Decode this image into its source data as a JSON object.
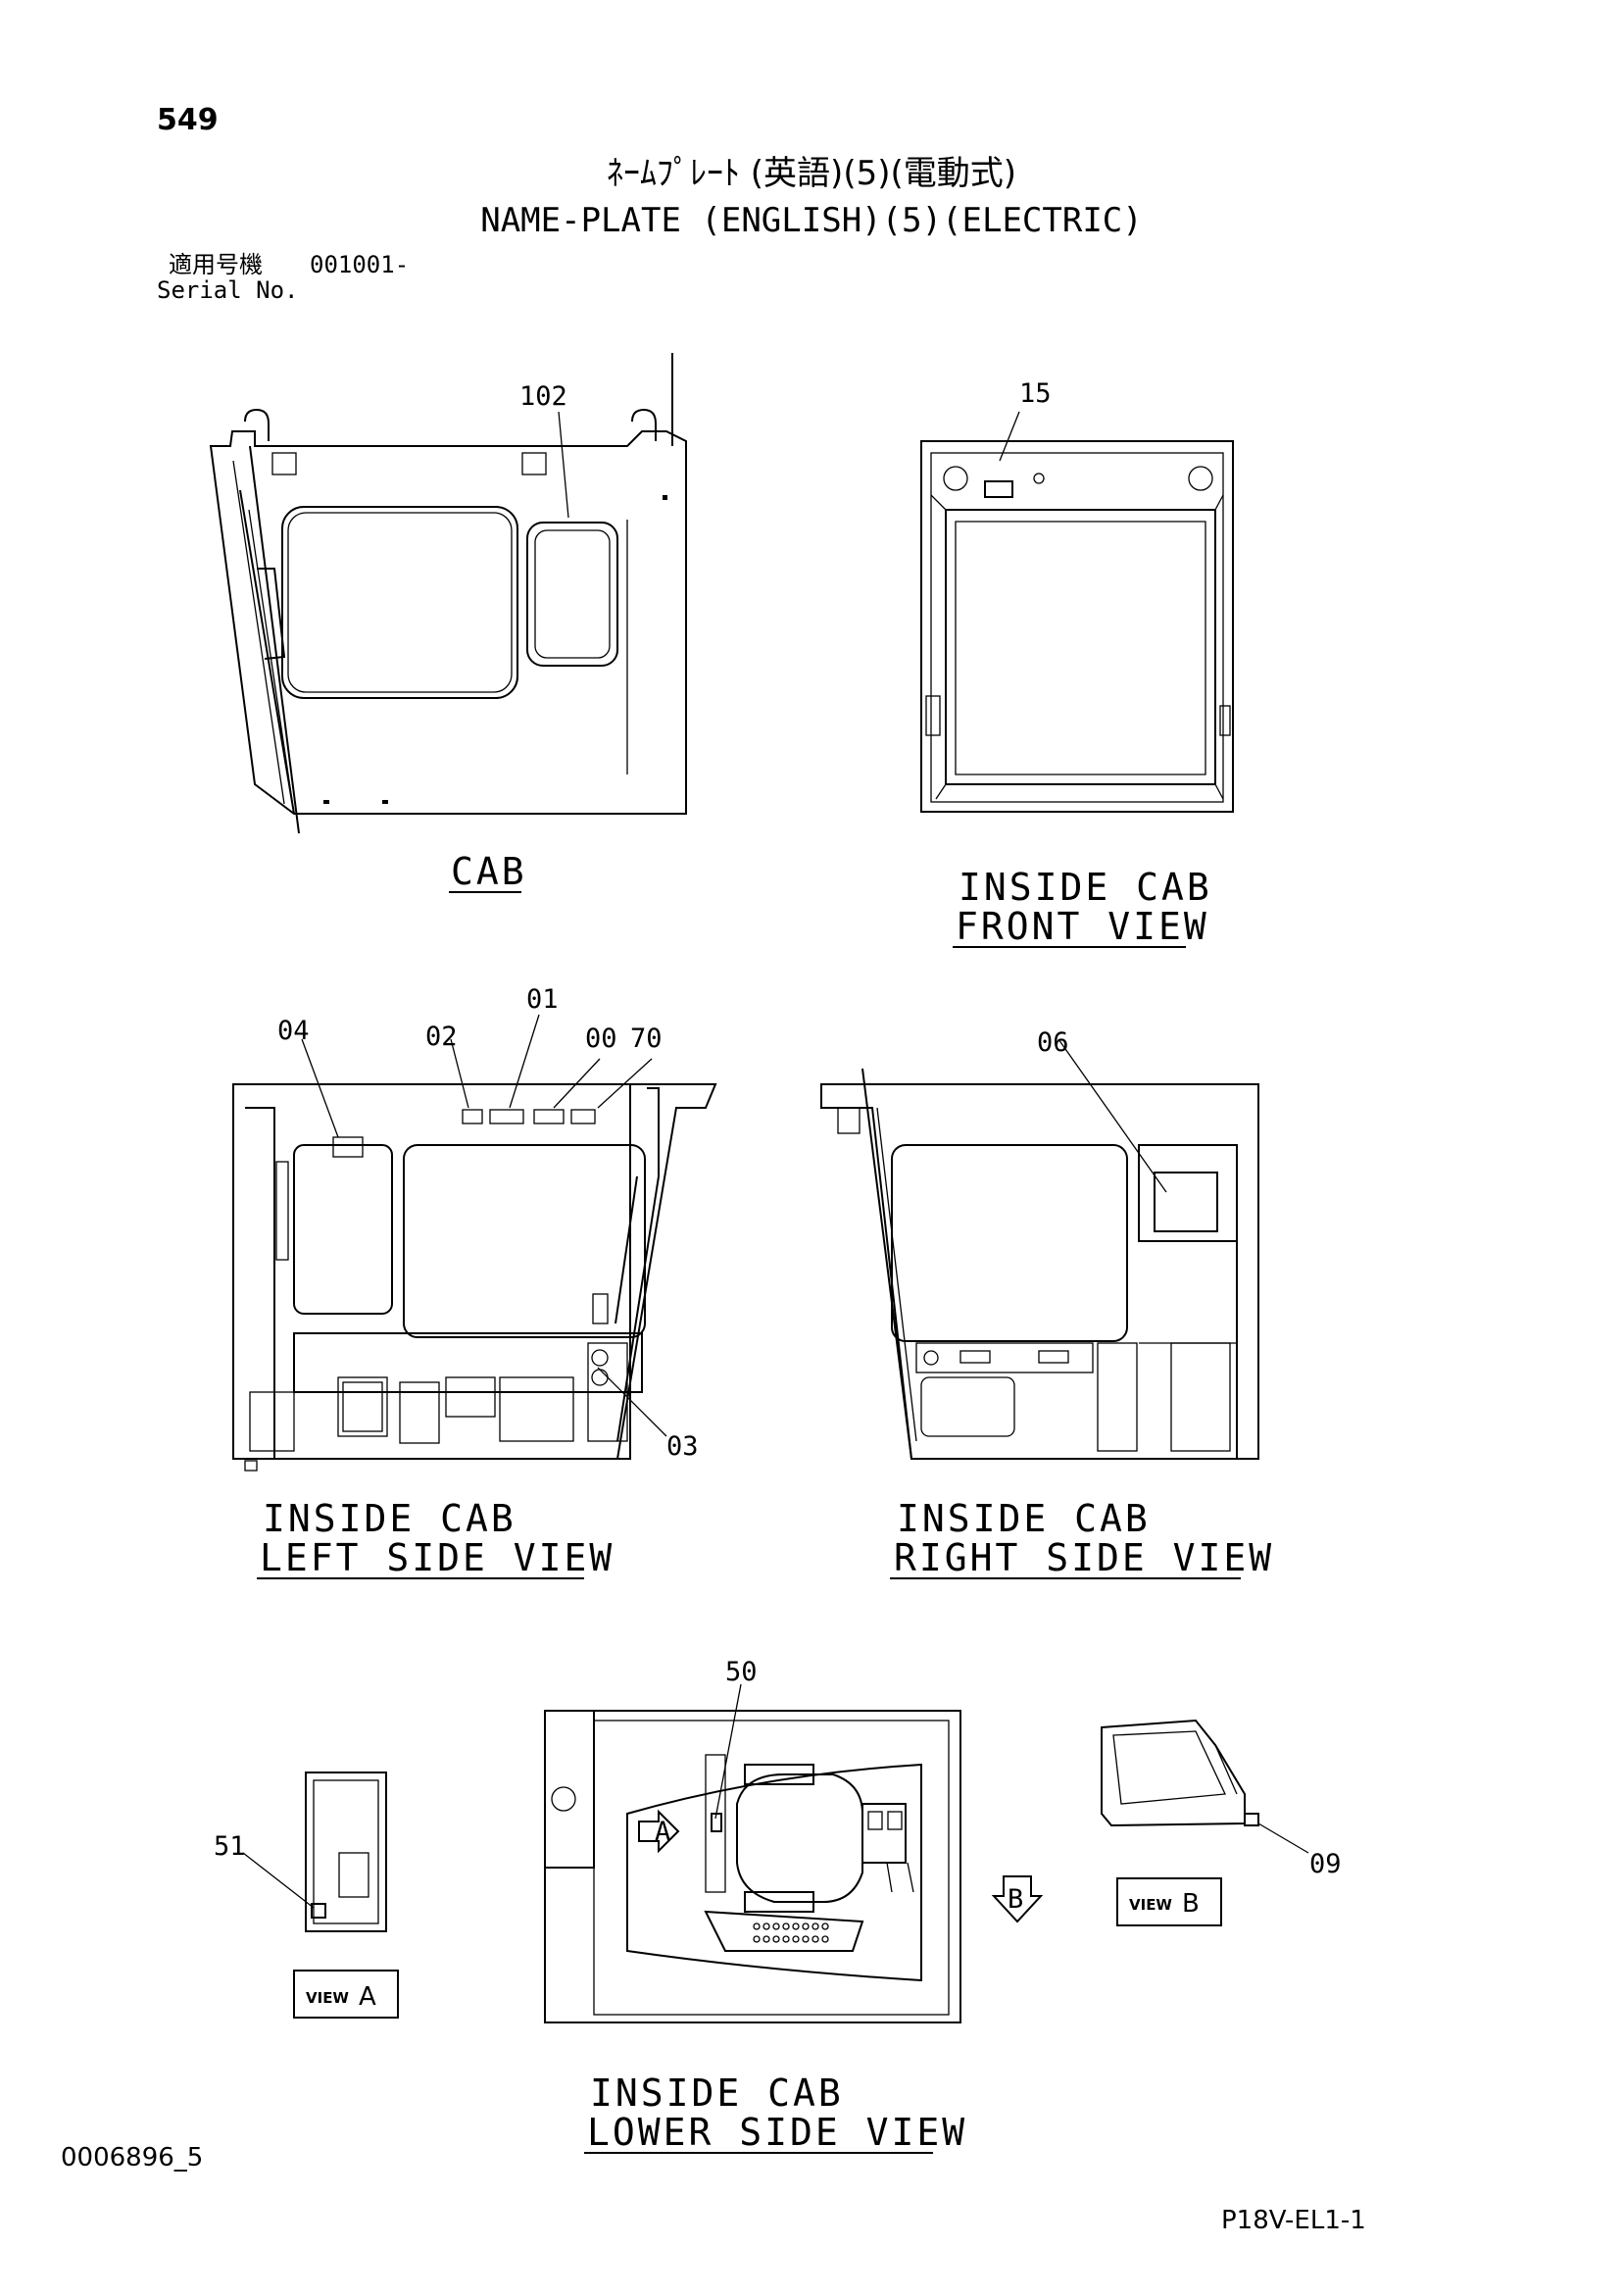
{
  "header": {
    "page_number": "549",
    "title_jp": "ﾈｰﾑﾌﾟﾚｰﾄ (英語)(5)(電動式)",
    "title_en": "NAME-PLATE (ENGLISH)(5)(ELECTRIC)",
    "serial_label_jp": "適用号機",
    "serial_value": "001001-",
    "serial_label_en": "Serial No."
  },
  "views": {
    "cab": {
      "title": "CAB",
      "callouts": [
        "102"
      ]
    },
    "front": {
      "title_line1": "INSIDE CAB",
      "title_line2": "FRONT VIEW",
      "callouts": [
        "15"
      ]
    },
    "left": {
      "title_line1": "INSIDE CAB",
      "title_line2": "LEFT SIDE VIEW",
      "callouts": [
        "04",
        "02",
        "01",
        "00",
        "70",
        "03"
      ]
    },
    "right": {
      "title_line1": "INSIDE CAB",
      "title_line2": "RIGHT SIDE VIEW",
      "callouts": [
        "06"
      ]
    },
    "lower": {
      "title_line1": "INSIDE CAB",
      "title_line2": "LOWER SIDE VIEW",
      "callouts": [
        "50"
      ],
      "arrow_a": "A",
      "arrow_b": "B"
    },
    "view_a": {
      "box_prefix": "VIEW",
      "box_letter": "A",
      "callouts": [
        "51"
      ]
    },
    "view_b": {
      "box_prefix": "VIEW",
      "box_letter": "B",
      "callouts": [
        "09"
      ]
    }
  },
  "footer": {
    "drawing_id": "0006896_5",
    "sheet_id": "P18V-EL1-1"
  }
}
